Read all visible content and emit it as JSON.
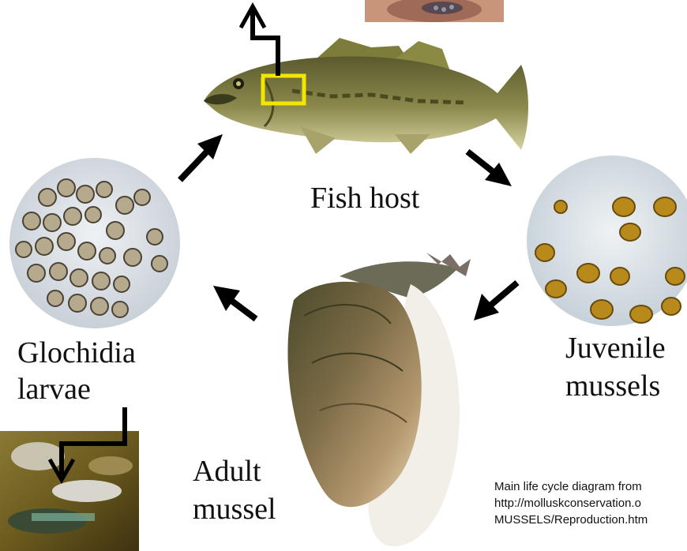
{
  "diagram": {
    "stages": {
      "fish_host": "Fish host",
      "juvenile_line1": "Juvenile",
      "juvenile_line2": "mussels",
      "adult_line1": "Adult",
      "adult_line2": "mussel",
      "glochidia_line1": "Glochidia",
      "glochidia_line2": "larvae"
    },
    "caption": {
      "line1": "Main life cycle diagram from",
      "line2": "http://molluskconservation.o",
      "line3": "MUSSELS/Reproduction.htm"
    },
    "colors": {
      "highlight_box": "#f2e600",
      "arrow": "#000000"
    }
  }
}
